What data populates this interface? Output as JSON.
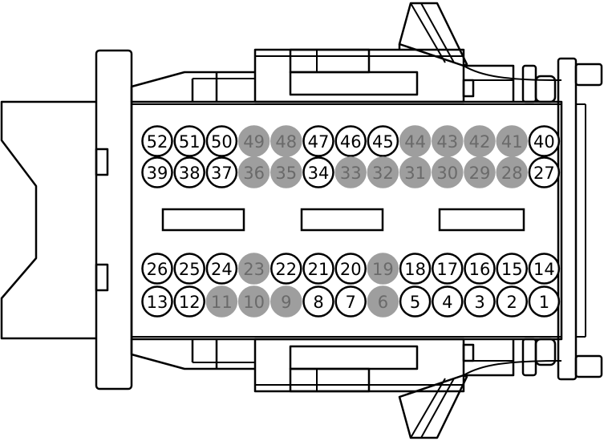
{
  "colors": {
    "empty_pin": "#ffffff",
    "used_pin": "#9e9e9e",
    "outline": "#000000"
  },
  "pin_rows": [
    {
      "row": "top-upper",
      "pins": [
        {
          "label": "52",
          "state": "empty"
        },
        {
          "label": "51",
          "state": "empty"
        },
        {
          "label": "50",
          "state": "empty"
        },
        {
          "label": "49",
          "state": "used"
        },
        {
          "label": "48",
          "state": "used"
        },
        {
          "label": "47",
          "state": "empty"
        },
        {
          "label": "46",
          "state": "empty"
        },
        {
          "label": "45",
          "state": "empty"
        },
        {
          "label": "44",
          "state": "used"
        },
        {
          "label": "43",
          "state": "used"
        },
        {
          "label": "42",
          "state": "used"
        },
        {
          "label": "41",
          "state": "used"
        },
        {
          "label": "40",
          "state": "empty"
        }
      ]
    },
    {
      "row": "top-lower",
      "pins": [
        {
          "label": "39",
          "state": "empty"
        },
        {
          "label": "38",
          "state": "empty"
        },
        {
          "label": "37",
          "state": "empty"
        },
        {
          "label": "36",
          "state": "used"
        },
        {
          "label": "35",
          "state": "used"
        },
        {
          "label": "34",
          "state": "empty"
        },
        {
          "label": "33",
          "state": "used"
        },
        {
          "label": "32",
          "state": "used"
        },
        {
          "label": "31",
          "state": "used"
        },
        {
          "label": "30",
          "state": "used"
        },
        {
          "label": "29",
          "state": "used"
        },
        {
          "label": "28",
          "state": "used"
        },
        {
          "label": "27",
          "state": "empty"
        }
      ]
    },
    {
      "row": "bottom-upper",
      "pins": [
        {
          "label": "26",
          "state": "empty"
        },
        {
          "label": "25",
          "state": "empty"
        },
        {
          "label": "24",
          "state": "empty"
        },
        {
          "label": "23",
          "state": "used"
        },
        {
          "label": "22",
          "state": "empty"
        },
        {
          "label": "21",
          "state": "empty"
        },
        {
          "label": "20",
          "state": "empty"
        },
        {
          "label": "19",
          "state": "used"
        },
        {
          "label": "18",
          "state": "empty"
        },
        {
          "label": "17",
          "state": "empty"
        },
        {
          "label": "16",
          "state": "empty"
        },
        {
          "label": "15",
          "state": "empty"
        },
        {
          "label": "14",
          "state": "empty"
        }
      ]
    },
    {
      "row": "bottom-lower",
      "pins": [
        {
          "label": "13",
          "state": "empty"
        },
        {
          "label": "12",
          "state": "empty"
        },
        {
          "label": "11",
          "state": "used"
        },
        {
          "label": "10",
          "state": "used"
        },
        {
          "label": "9",
          "state": "used"
        },
        {
          "label": "8",
          "state": "empty"
        },
        {
          "label": "7",
          "state": "empty"
        },
        {
          "label": "6",
          "state": "used"
        },
        {
          "label": "5",
          "state": "empty"
        },
        {
          "label": "4",
          "state": "empty"
        },
        {
          "label": "3",
          "state": "empty"
        },
        {
          "label": "2",
          "state": "empty"
        },
        {
          "label": "1",
          "state": "empty"
        }
      ]
    }
  ]
}
